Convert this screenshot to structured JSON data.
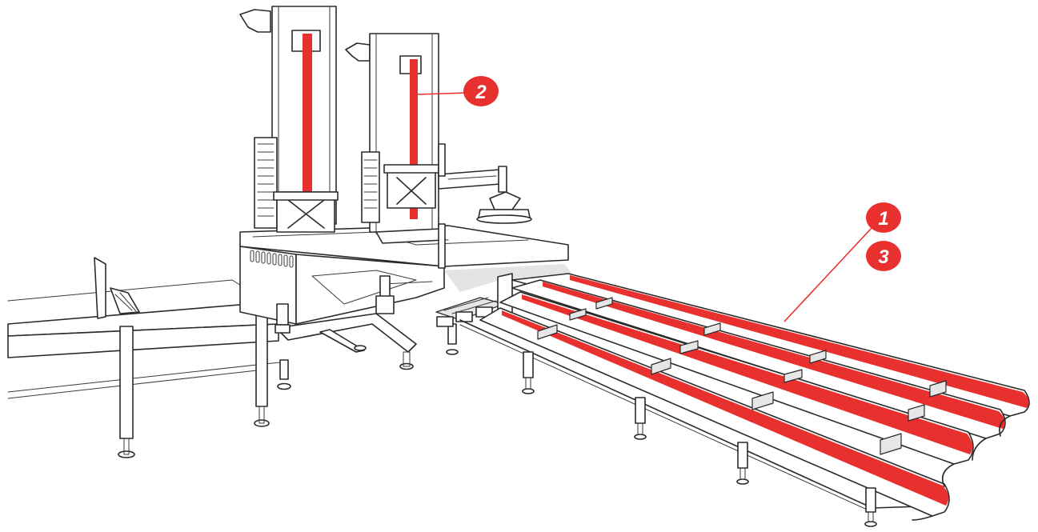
{
  "colors": {
    "accent": "#e8302f",
    "outline": "#2a2a2a",
    "shade": "#e4e4e4",
    "background": "#ffffff"
  },
  "callouts": [
    {
      "id": "callout-1",
      "label": "1"
    },
    {
      "id": "callout-2",
      "label": "2"
    },
    {
      "id": "callout-3",
      "label": "3"
    }
  ]
}
